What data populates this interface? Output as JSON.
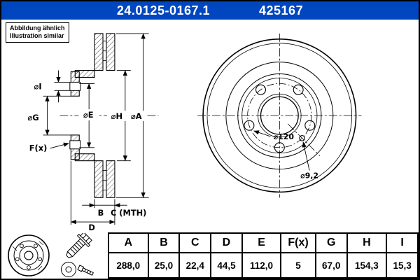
{
  "header": {
    "part_number": "24.0125-0167.1",
    "ref_number": "425167"
  },
  "note": {
    "line1": "Abbildung ähnlich",
    "line2": "Illustration similar"
  },
  "colors": {
    "header_bg": "#0046be",
    "line_color": "#000000",
    "background": "#ffffff"
  },
  "drawing": {
    "labels": {
      "dia_i": "⌀I",
      "dia_g": "⌀G",
      "dia_e": "⌀E",
      "dia_h": "⌀H",
      "dia_a": "⌀A",
      "f": "F(x)",
      "b": "B",
      "c": "C (MTH)",
      "d": "D",
      "bolt_circle": "⌀120",
      "small_hole": "⌀9,2"
    }
  },
  "icons": {
    "left": "brake-disc-icon",
    "top_right": "bolt-icon",
    "bottom_right": "hub-bolt-icon"
  },
  "table": {
    "headers": [
      "A",
      "B",
      "C",
      "D",
      "E",
      "F(x)",
      "G",
      "H",
      "I"
    ],
    "values": [
      "288,0",
      "25,0",
      "22,4",
      "44,5",
      "112,0",
      "5",
      "67,0",
      "154,3",
      "15,3"
    ]
  }
}
